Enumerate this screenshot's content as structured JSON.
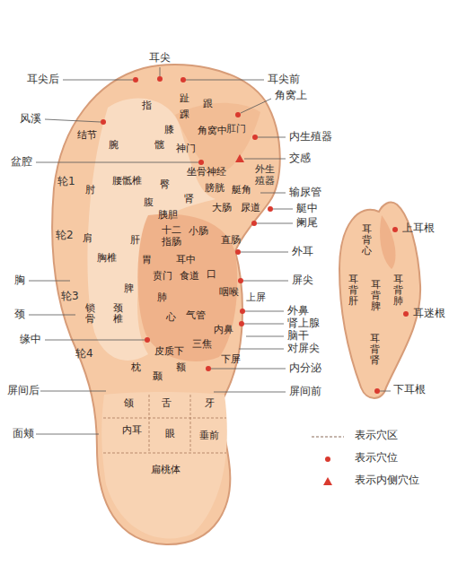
{
  "diagram": {
    "labels": [
      "耳尖",
      "耳尖后",
      "耳尖前",
      "角窝上",
      "风溪",
      "肛门",
      "内生殖器",
      "盆腔",
      "交感",
      "外生殖器",
      "轮1",
      "输尿管",
      "艇中",
      "阑尾",
      "轮2",
      "外耳",
      "胸",
      "轮3",
      "屏尖",
      "颈",
      "上屏",
      "外鼻",
      "肾上腺",
      "缘中",
      "轮4",
      "脑干",
      "对屏尖",
      "内分泌",
      "屏间后",
      "屏间前",
      "面颊",
      "指",
      "趾",
      "跟",
      "踝",
      "膝",
      "结节",
      "腕",
      "髋",
      "角窝中",
      "神门",
      "坐骨神经",
      "臀",
      "肘",
      "腰骶椎",
      "腹",
      "肾",
      "膀胱",
      "艇角",
      "胰胆",
      "大肠",
      "尿道",
      "十二指肠",
      "小肠",
      "直肠",
      "肩",
      "肝",
      "胃",
      "耳中",
      "胸椎",
      "贲门",
      "食道",
      "口",
      "脾",
      "肺",
      "咽喉",
      "心",
      "气管",
      "内鼻",
      "锁骨",
      "颈椎",
      "皮质下",
      "三焦",
      "枕",
      "颞",
      "额",
      "下屏",
      "颌",
      "舌",
      "牙",
      "内耳",
      "眼",
      "垂前",
      "扁桃体",
      "上耳根",
      "耳迷根",
      "下耳根",
      "耳背心",
      "耳背肝",
      "耳背脾",
      "耳背肺",
      "耳背肾"
    ],
    "legend": [
      {
        "text": "表示穴区"
      },
      {
        "text": "表示穴位"
      },
      {
        "text": "表示内侧穴位"
      }
    ]
  }
}
